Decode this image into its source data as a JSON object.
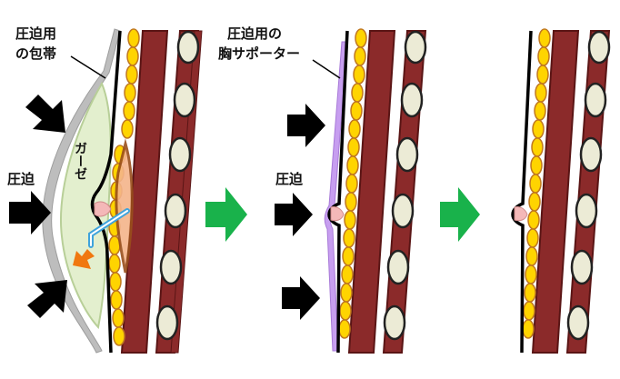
{
  "labels": {
    "bandage": "圧迫用の包帯",
    "bandage_line1": "圧迫用",
    "bandage_line2": "の包帯",
    "gauze": "ガーゼ",
    "pressure_left": "圧迫",
    "supporter": "胸サポーター",
    "supporter_line1": "圧迫用の",
    "supporter_line2": "胸サポーター",
    "pressure_middle": "圧迫"
  },
  "colors": {
    "muscle": "#8b2a2a",
    "muscle_edge": "#5a1515",
    "fat_yellow": "#ffd400",
    "fat_edge": "#c07820",
    "rib_bone": "#ecebd6",
    "bandage_gray": "#bdbdbd",
    "gauze_green": "#e3efce",
    "supporter_purple": "#c79ef0",
    "arrow_green": "#19b24b",
    "arrow_black": "#000000",
    "drain_blue": "#3fa3dc",
    "drain_orange": "#f07810",
    "wound_pink": "#f4b8b8",
    "hematoma_peach": "#f5b48a",
    "hematoma_brown": "#9a4f1c"
  },
  "icons": [
    "black-pressure-arrow",
    "green-process-arrow",
    "orange-flow-arrow",
    "drain-tube"
  ]
}
